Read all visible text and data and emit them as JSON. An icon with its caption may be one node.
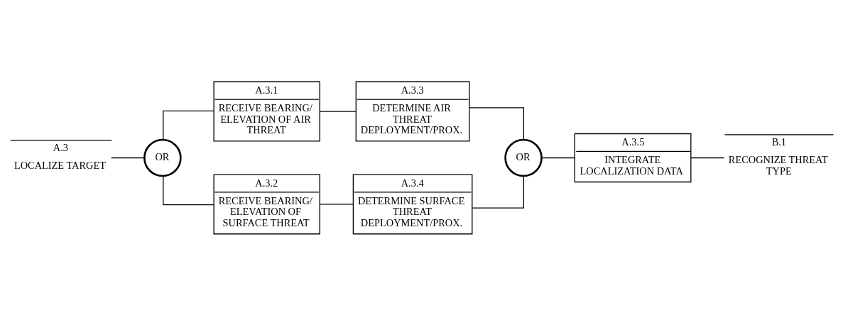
{
  "diagram": {
    "nodes": [
      {
        "text": [
          "A.3",
          "LOCALIZE TARGET"
        ]
      },
      {
        "text": [
          "A.3.1",
          "RECEIVE BEARING/ ELEVATION OF AIR THREAT"
        ]
      },
      {
        "text": [
          "A.3.3",
          "DETERMINE AIR THREAT DEPLOYMENT/PROX."
        ]
      },
      {
        "text": [
          "B.1",
          "RECOGNIZE THREAT TYPE"
        ]
      },
      {
        "text": [
          "OR"
        ]
      },
      {
        "text": [
          "OR"
        ]
      },
      {
        "text": [
          "A.3.5",
          "INTEGRATE LOCALIZATION DATA"
        ]
      },
      {
        "text": [
          "A.3.2",
          "RECEIVE BEARING/ ELEVATION OF SURFACE THREAT"
        ]
      },
      {
        "text": [
          "A.3.4",
          "DETERMINE SURFACE THREAT DEPLOYMENT/PROX."
        ]
      }
    ],
    "edges": [
      {
        "from": 0,
        "to": 4,
        "arrow": "none"
      },
      {
        "from": 4,
        "to": 1,
        "arrow": "none"
      },
      {
        "from": 4,
        "to": 7,
        "arrow": "none"
      },
      {
        "from": 1,
        "to": 2,
        "arrow": "none"
      },
      {
        "from": 7,
        "to": 8,
        "arrow": "none"
      },
      {
        "from": 2,
        "to": 5,
        "arrow": "none"
      },
      {
        "from": 8,
        "to": 5,
        "arrow": "none"
      },
      {
        "from": 5,
        "to": 6,
        "arrow": "none"
      },
      {
        "from": 6,
        "to": 3,
        "arrow": "none"
      }
    ]
  }
}
